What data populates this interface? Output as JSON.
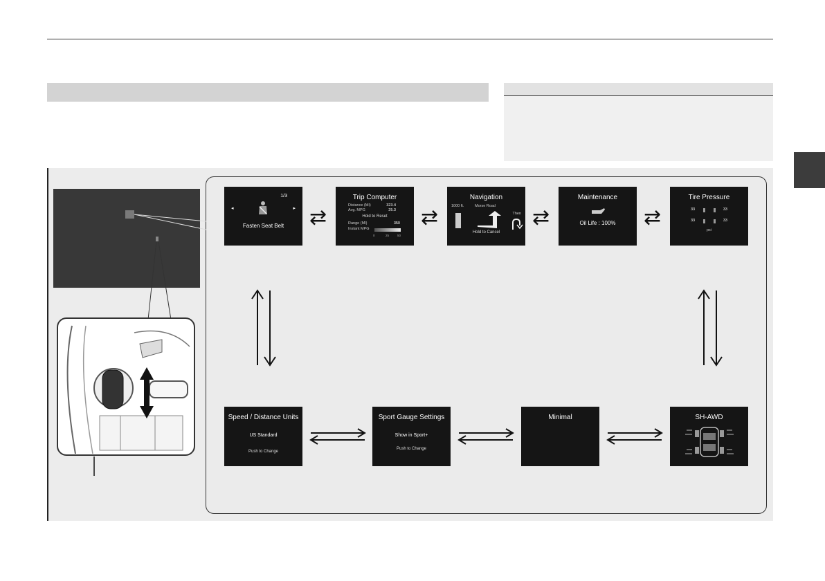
{
  "screens": {
    "seatbelt": {
      "counter": "1/3",
      "label": "Fasten Seat Belt",
      "nav_left": "◂",
      "nav_right": "▸"
    },
    "trip": {
      "title": "Trip Computer",
      "distance_label": "Distance (MI)",
      "distance_value": "323.4",
      "avg_label": "Avg. MPG",
      "avg_value": "25.3",
      "hold_reset": "Hold to Reset",
      "range_label": "Range (MI)",
      "range_value": "350",
      "instant_label": "Instant MPG",
      "scale_0": "0",
      "scale_25": "25",
      "scale_50": "50"
    },
    "navigation": {
      "title": "Navigation",
      "distance": "1000 ft.",
      "road": "Morse Road",
      "then": "Then",
      "hold_cancel": "Hold to Cancel"
    },
    "maintenance": {
      "title": "Maintenance",
      "oil": "Oil Life : 100%"
    },
    "tire": {
      "title": "Tire Pressure",
      "fl": "33",
      "fr": "33",
      "rl": "33",
      "rr": "33",
      "unit": "psi"
    },
    "speed_units": {
      "title": "Speed / Distance Units",
      "value": "US Standard",
      "action": "Push to Change"
    },
    "sport_gauge": {
      "title": "Sport Gauge Settings",
      "value": "Show in Sport+",
      "action": "Push to Change"
    },
    "minimal": {
      "title": "Minimal"
    },
    "shawd": {
      "title": "SH-AWD"
    }
  },
  "arrows": {
    "horizontal": "⇄",
    "up": "↑",
    "down": "↓"
  }
}
